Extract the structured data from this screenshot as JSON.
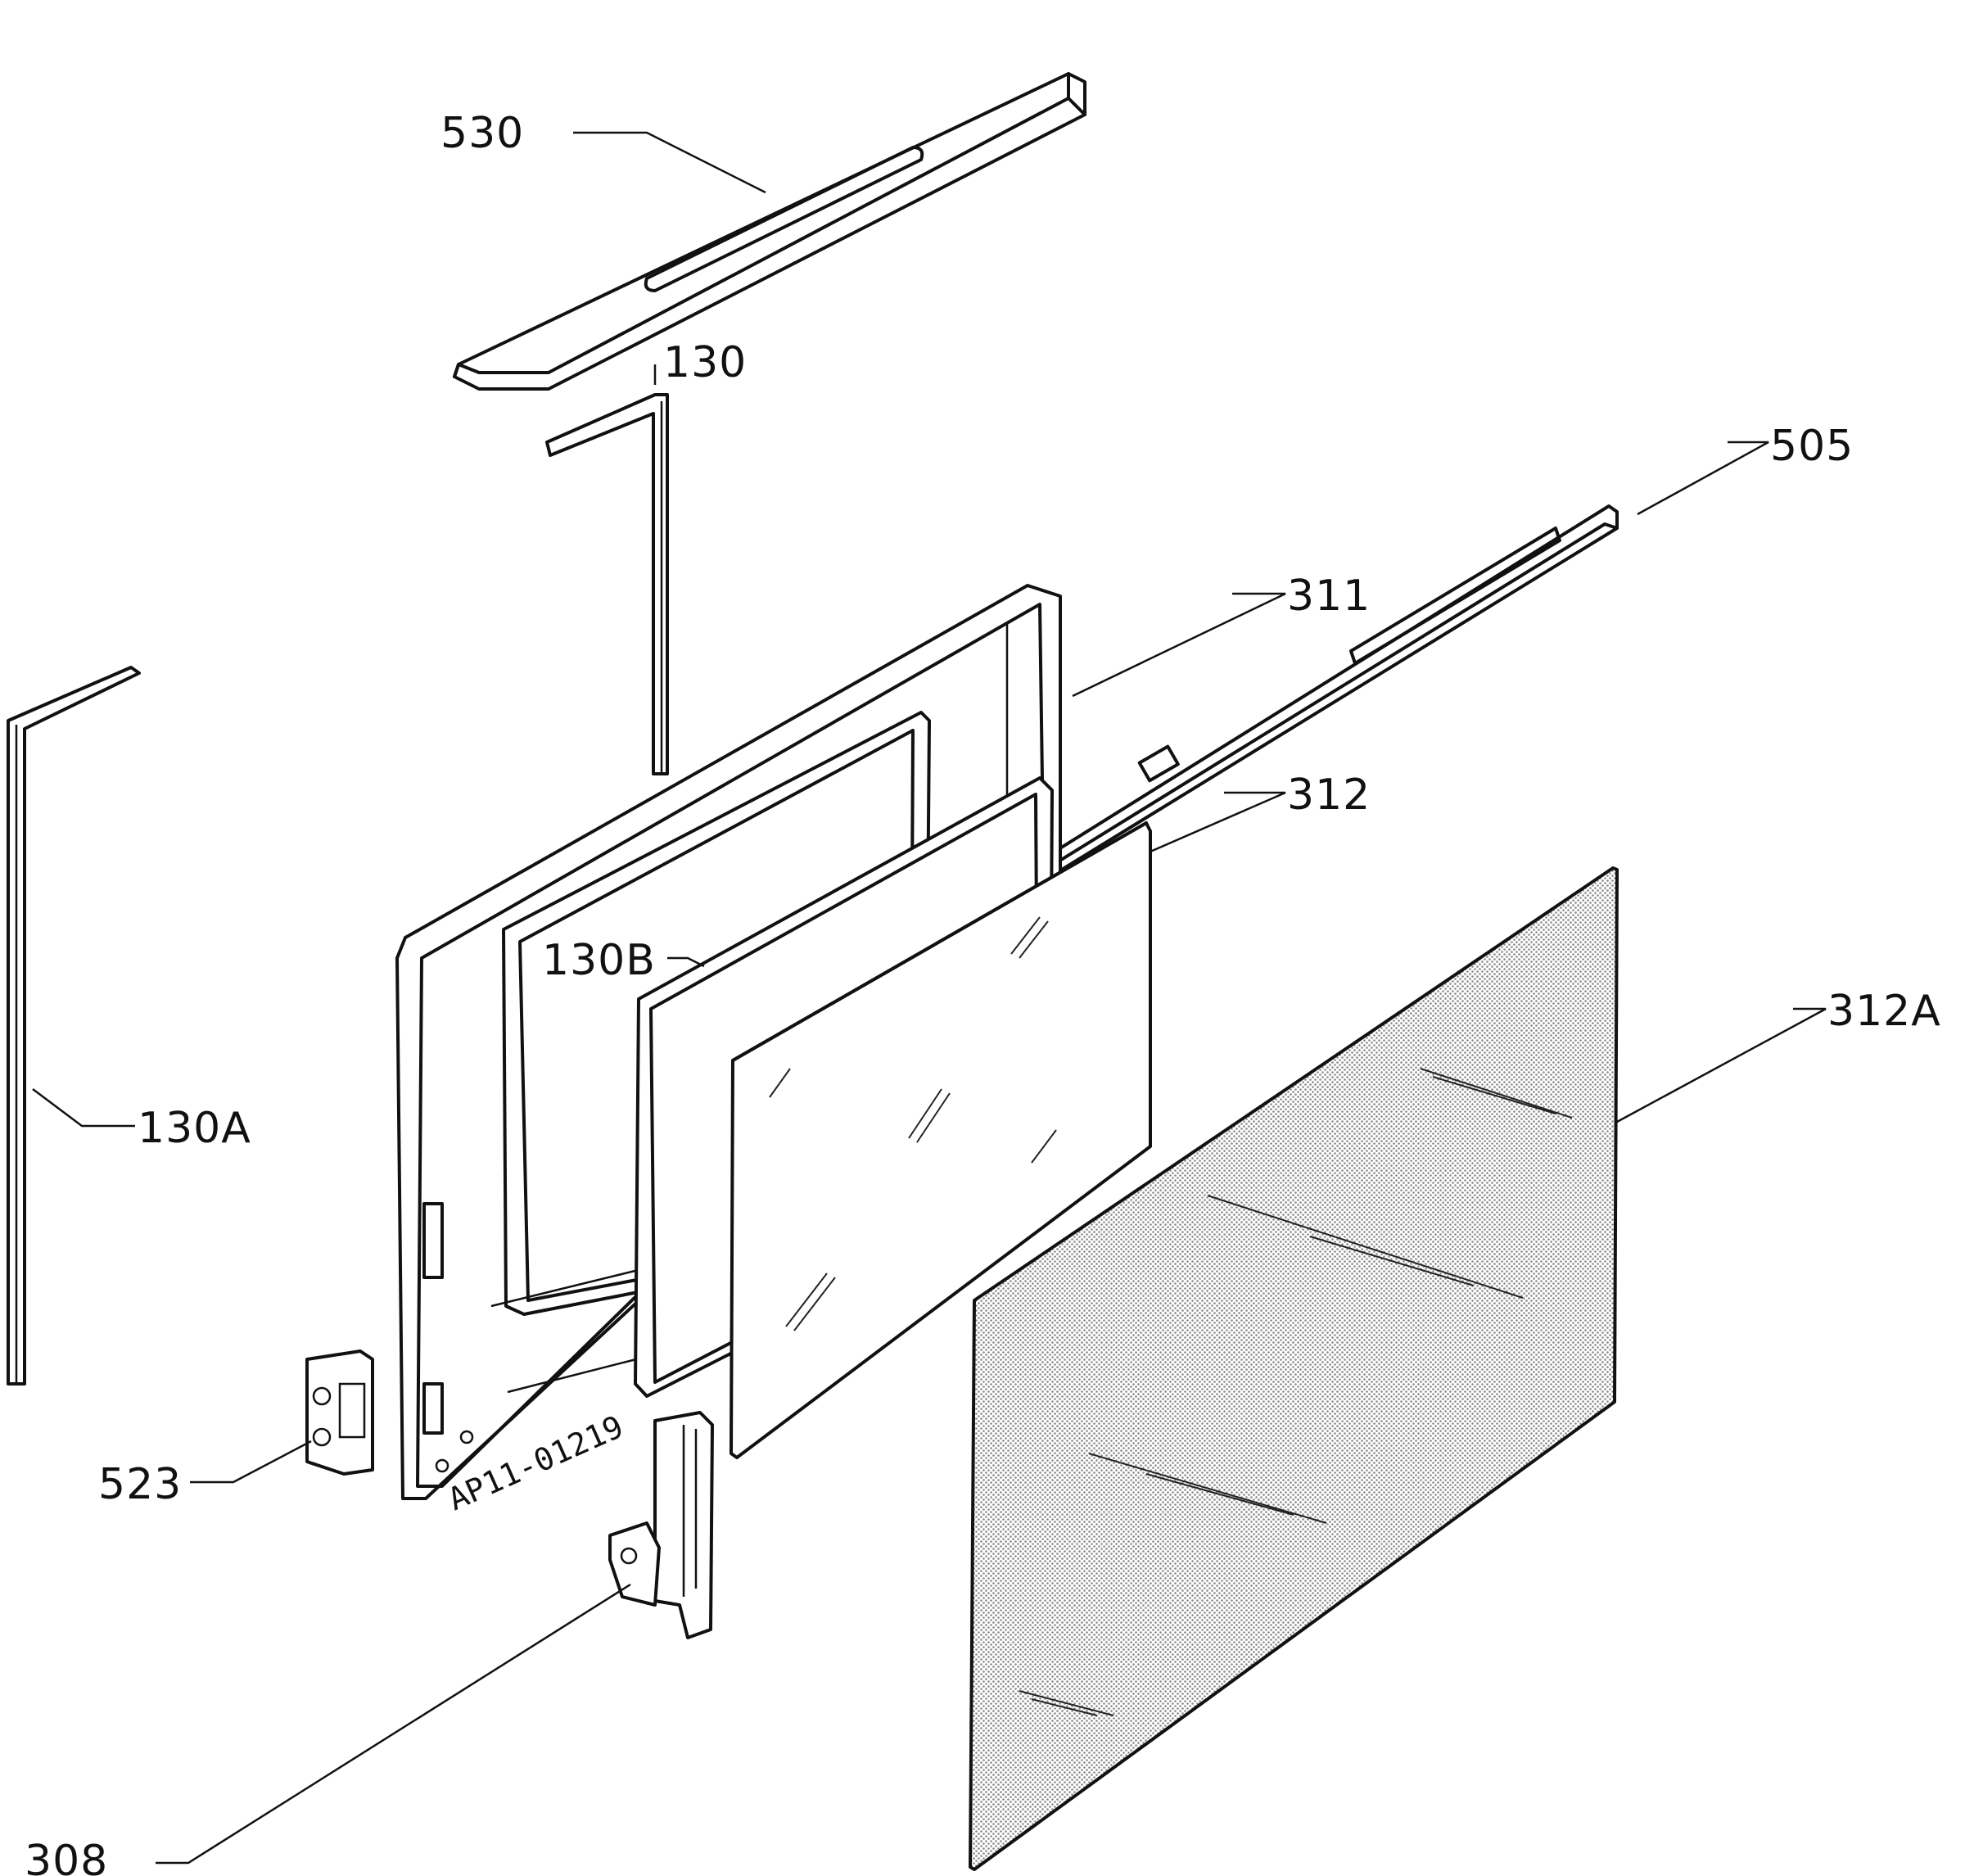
{
  "labels": {
    "p530": "530",
    "p130": "130",
    "p505": "505",
    "p311": "311",
    "p312": "312",
    "p130B": "130B",
    "p312A": "312A",
    "p130A": "130A",
    "p523": "523",
    "p308": "308"
  },
  "stamp": "AP11-01219",
  "colors": {
    "line": "#111111",
    "paper": "#ffffff",
    "dot_shade": "#9a9a9a"
  }
}
